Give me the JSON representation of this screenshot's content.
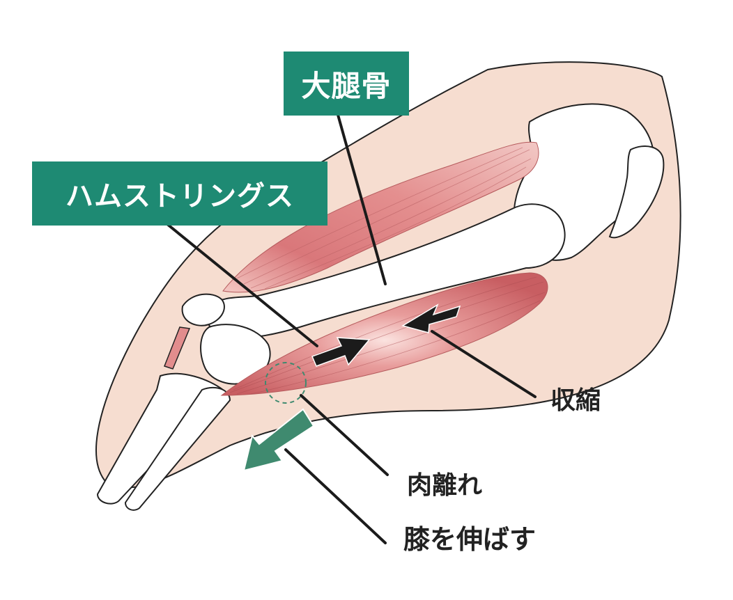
{
  "labels": {
    "femur": "大腿骨",
    "hamstrings": "ハムストリングス",
    "contraction": "収縮",
    "strain": "肉離れ",
    "extend_knee": "膝を伸ばす"
  },
  "colors": {
    "label_bg": "#1e8a73",
    "label_text": "#ffffff",
    "skin": "#f6ddd0",
    "muscle": "#e08a8a",
    "muscle_dark": "#c65a5e",
    "bone": "#ffffff",
    "outline": "#222222",
    "arrow_dark": "#1b1b1b",
    "arrow_green": "#3f8a6f"
  }
}
